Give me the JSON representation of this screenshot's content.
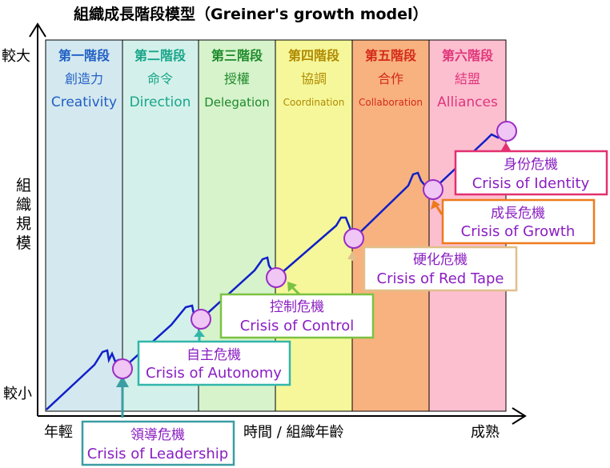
{
  "title": "組織成長階段模型（Greiner's growth model）",
  "axes": {
    "y_top": "較大",
    "y_bottom": "較小",
    "y_label_chars": [
      "組",
      "織",
      "規",
      "模"
    ],
    "x_left": "年輕",
    "x_center": "時間 / 組織年齡",
    "x_right": "成熟"
  },
  "stages": [
    {
      "label": "第一階段",
      "zh": "創造力",
      "en": "Creativity",
      "fill": "#d4e8ef",
      "color": "#1f5fc4"
    },
    {
      "label": "第二階段",
      "zh": "命令",
      "en": "Direction",
      "fill": "#d3f1ea",
      "color": "#18a58a"
    },
    {
      "label": "第三階段",
      "zh": "授權",
      "en": "Delegation",
      "fill": "#d6f3cc",
      "color": "#1e8a2a"
    },
    {
      "label": "第四階段",
      "zh": "協調",
      "en": "Coordination",
      "fill": "#f5f79a",
      "color": "#b08a00"
    },
    {
      "label": "第五階段",
      "zh": "合作",
      "en": "Collaboration",
      "fill": "#f8b27f",
      "color": "#d42a1a"
    },
    {
      "label": "第六階段",
      "zh": "結盟",
      "en": "Alliances",
      "fill": "#fcbfd0",
      "color": "#e0357a"
    }
  ],
  "crises": [
    {
      "zh": "領導危機",
      "en": "Crisis of Leadership",
      "border": "#3a9ea2"
    },
    {
      "zh": "自主危機",
      "en": "Crisis of Autonomy",
      "border": "#32b6aa"
    },
    {
      "zh": "控制危機",
      "en": "Crisis of Control",
      "border": "#7cc242"
    },
    {
      "zh": "硬化危機",
      "en": "Crisis of Red Tape",
      "border": "#e0bf8a"
    },
    {
      "zh": "成長危機",
      "en": "Crisis of Growth",
      "border": "#ee7a1c"
    },
    {
      "zh": "身份危機",
      "en": "Crisis of Identity",
      "border": "#e23070"
    }
  ],
  "colors": {
    "growth_line": "#1020c8",
    "crisis_dot_fill": "#efc6f4",
    "crisis_dot_stroke": "#9a2ec4",
    "crisis_text": "#8a1ec2",
    "axis": "#000000"
  }
}
